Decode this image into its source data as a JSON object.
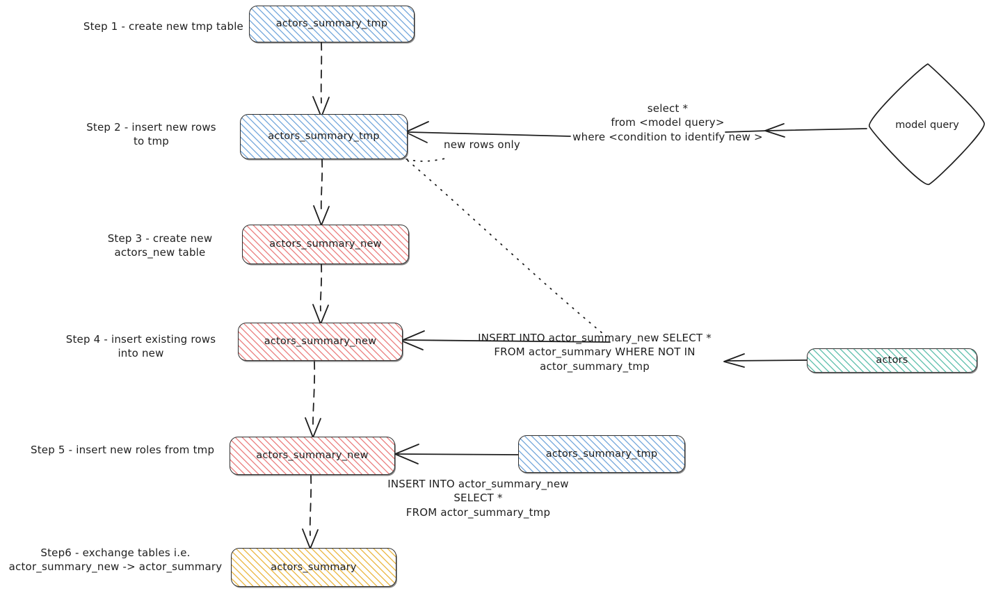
{
  "diagram": {
    "title": "Incremental table swap process",
    "style": "hand-drawn excalidraw sketch",
    "colors": {
      "blue_hatch": "#78aadc",
      "red_hatch": "#eb8282",
      "green_hatch": "#5abeaa",
      "yellow_hatch": "#ebb946",
      "stroke": "#1e1e1e",
      "background": "#ffffff"
    }
  },
  "steps": [
    {
      "id": "step1",
      "label": "Step 1 - create new tmp table"
    },
    {
      "id": "step2",
      "label": "Step 2 - insert new rows\nto tmp"
    },
    {
      "id": "step3",
      "label": "Step 3 - create new\nactors_new table"
    },
    {
      "id": "step4",
      "label": "Step 4 - insert existing rows\ninto new"
    },
    {
      "id": "step5",
      "label": "Step 5 - insert new roles from tmp"
    },
    {
      "id": "step6",
      "label": "Step6 - exchange tables i.e.\nactor_summary_new -> actor_summary"
    }
  ],
  "nodes": [
    {
      "id": "n1",
      "label": "actors_summary_tmp",
      "fill": "blue",
      "shape": "rounded-rect"
    },
    {
      "id": "n2",
      "label": "actors_summary_tmp",
      "fill": "blue",
      "shape": "rounded-rect"
    },
    {
      "id": "n3",
      "label": "actors_summary_new",
      "fill": "red",
      "shape": "rounded-rect"
    },
    {
      "id": "n4",
      "label": "actors_summary_new",
      "fill": "red",
      "shape": "rounded-rect"
    },
    {
      "id": "n5",
      "label": "actors_summary_new",
      "fill": "red",
      "shape": "rounded-rect"
    },
    {
      "id": "n6",
      "label": "actors_summary",
      "fill": "yellow",
      "shape": "rounded-rect"
    },
    {
      "id": "n_model_query",
      "label": "model query",
      "fill": "none",
      "shape": "diamond"
    },
    {
      "id": "n_actors",
      "label": "actors",
      "fill": "green",
      "shape": "rounded-rect"
    },
    {
      "id": "n_tmp_src",
      "label": "actors_summary_tmp",
      "fill": "blue",
      "shape": "rounded-rect"
    }
  ],
  "annotations": {
    "new_rows_only": "new rows only",
    "model_query_sql": "select *\nfrom <model query>\nwhere <condition to identify new >",
    "insert_existing_sql": "INSERT INTO actor_summary_new SELECT *\nFROM actor_summary WHERE NOT IN\nactor_summary_tmp",
    "insert_new_roles_sql": "INSERT INTO actor_summary_new\nSELECT *\nFROM actor_summary_tmp"
  },
  "edges": [
    {
      "from": "n1",
      "to": "n2",
      "style": "dashed",
      "direction": "down"
    },
    {
      "from": "n2",
      "to": "n3",
      "style": "dashed",
      "direction": "down"
    },
    {
      "from": "n3",
      "to": "n4",
      "style": "dashed",
      "direction": "down"
    },
    {
      "from": "n4",
      "to": "n5",
      "style": "dashed",
      "direction": "down"
    },
    {
      "from": "n5",
      "to": "n6",
      "style": "dashed",
      "direction": "down"
    },
    {
      "from": "n_model_query",
      "to": "n2",
      "style": "solid",
      "direction": "left",
      "label": "new rows only"
    },
    {
      "from": "n_actors",
      "to": "n4",
      "style": "solid",
      "direction": "left"
    },
    {
      "from": "n_tmp_src",
      "to": "n5",
      "style": "solid",
      "direction": "left"
    },
    {
      "from": "n2",
      "to": "insert_existing_sql",
      "style": "dotted",
      "direction": "diagonal"
    }
  ]
}
